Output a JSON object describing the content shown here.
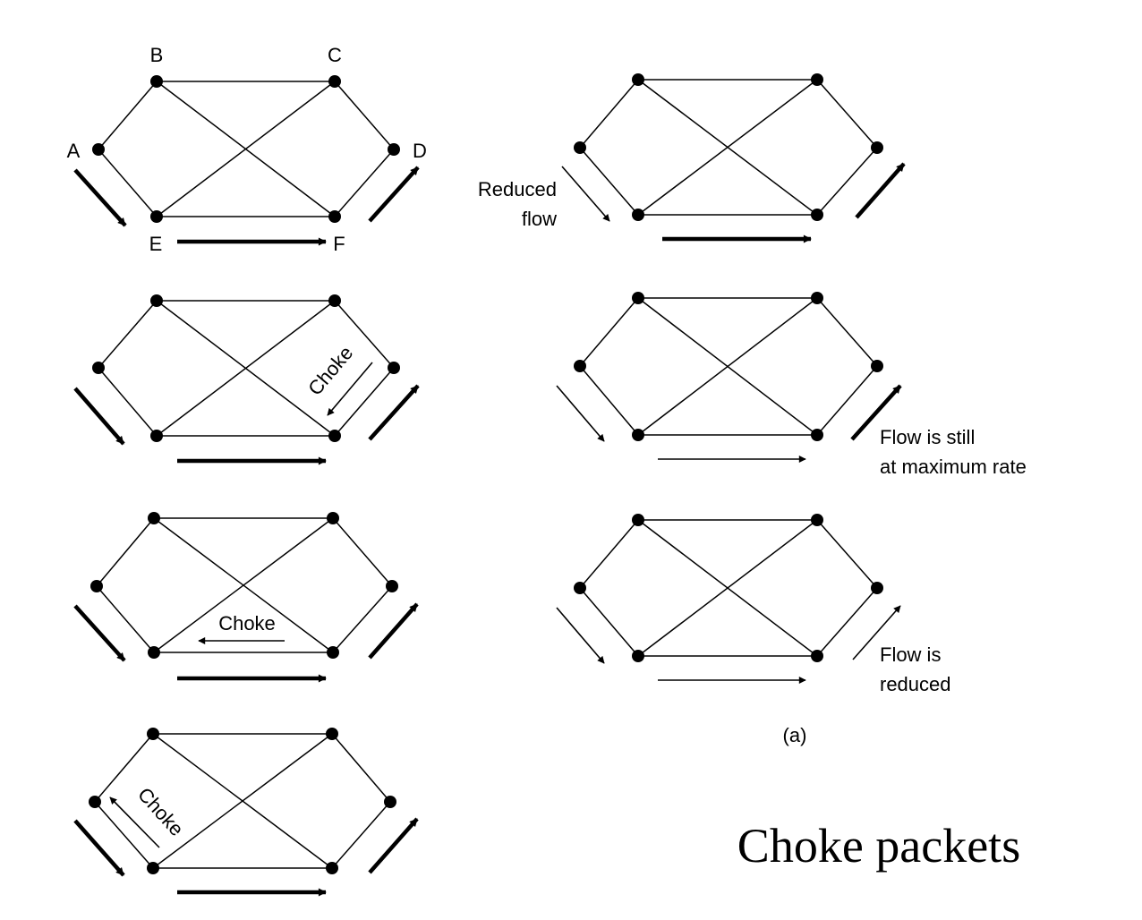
{
  "node_labels": {
    "a": "A",
    "b": "B",
    "c": "C",
    "d": "D",
    "e": "E",
    "f": "F"
  },
  "notes": {
    "reduced_flow_line1": "Reduced",
    "reduced_flow_line2": "flow",
    "choke_1": "Choke",
    "choke_2": "Choke",
    "choke_3": "Choke",
    "flow_max_line1": "Flow is still",
    "flow_max_line2": "at maximum rate",
    "flow_reduced_line1": "Flow is",
    "flow_reduced_line2": "reduced"
  },
  "caption": "(a)",
  "title": "Choke packets",
  "colors": {
    "ink": "#000000",
    "background": "#ffffff"
  }
}
